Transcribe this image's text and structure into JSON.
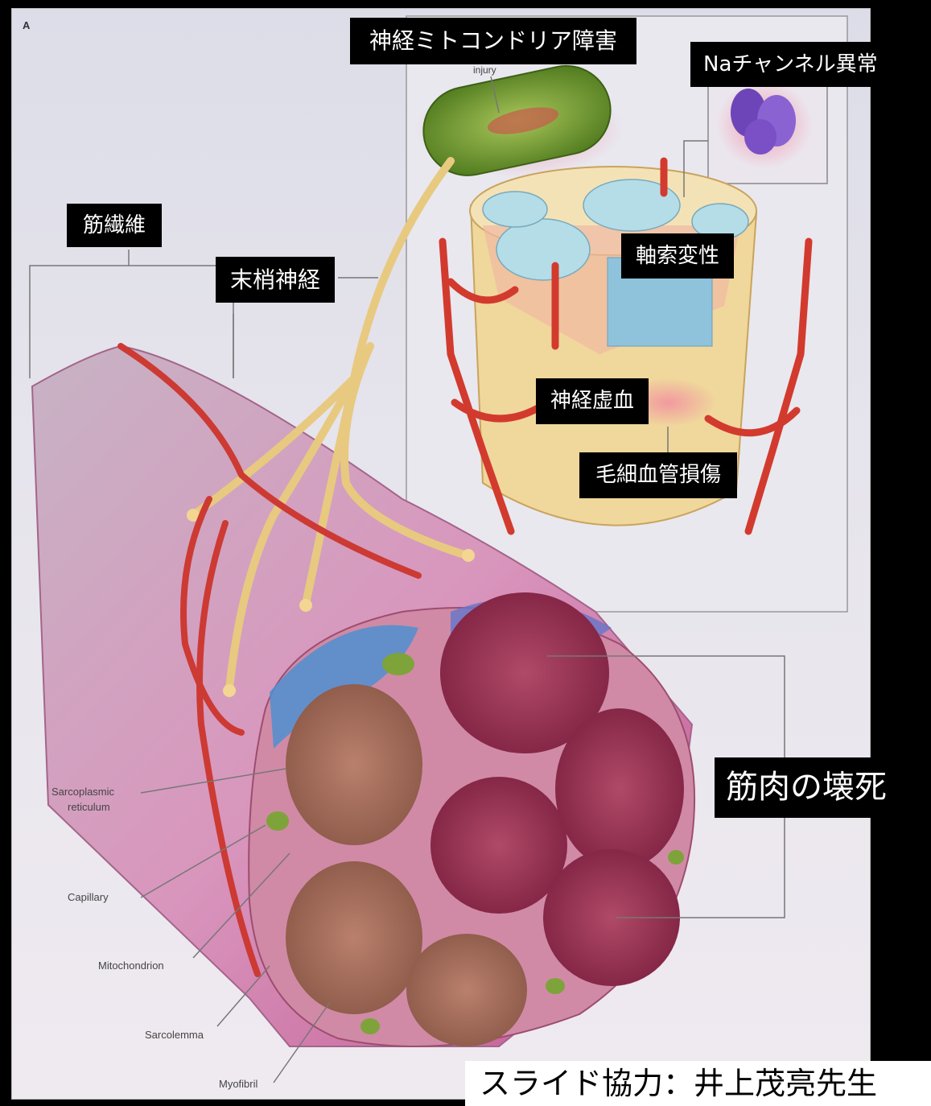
{
  "panel_letter": "A",
  "japanese_labels": {
    "mito": "神経ミトコンドリア障害",
    "na_channel": "Naチャンネル異常",
    "muscle_fiber": "筋繊維",
    "peripheral_nerve": "末梢神経",
    "axon_degeneration": "軸索変性",
    "nerve_ischemia": "神経虚血",
    "capillary_damage": "毛細血管損傷",
    "muscle_necrosis": "筋肉の壊死"
  },
  "english_labels": {
    "injury": "injury",
    "sarcoplasmic_1": "Sarcoplasmic",
    "sarcoplasmic_2": "reticulum",
    "capillary": "Capillary",
    "mitochondrion": "Mitochondrion",
    "sarcolemma": "Sarcolemma",
    "myofibril": "Myofibril"
  },
  "credit": "スライド協力：井上茂亮先生",
  "colors": {
    "muscle_pink": "#d58fb4",
    "fascicle_red": "#9b2f52",
    "fibril_brown": "#a26b5a",
    "vessel_red": "#d23a2e",
    "nerve_yellow": "#e8c980",
    "sr_blue": "#4f8fd0",
    "mito_green": "#7ea33a",
    "channel_purple": "#7b4fc6"
  }
}
